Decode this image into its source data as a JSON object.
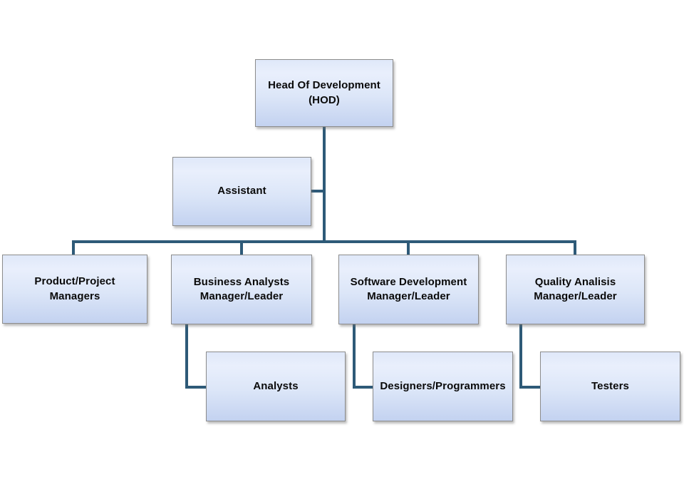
{
  "diagram": {
    "type": "org-chart",
    "nodes": {
      "hod": {
        "label": "Head Of Development\n(HOD)"
      },
      "assistant": {
        "label": "Assistant"
      },
      "product": {
        "label": "Product/Project\nManagers"
      },
      "business": {
        "label": "Business Analysts\nManager/Leader"
      },
      "software": {
        "label": "Software Development\nManager/Leader"
      },
      "quality": {
        "label": "Quality Analisis\nManager/Leader"
      },
      "analysts": {
        "label": "Analysts"
      },
      "designers": {
        "label": "Designers/Programmers"
      },
      "testers": {
        "label": "Testers"
      }
    },
    "edges": [
      {
        "from": "hod",
        "to": "assistant"
      },
      {
        "from": "hod",
        "to": "product"
      },
      {
        "from": "hod",
        "to": "business"
      },
      {
        "from": "hod",
        "to": "software"
      },
      {
        "from": "hod",
        "to": "quality"
      },
      {
        "from": "business",
        "to": "analysts"
      },
      {
        "from": "software",
        "to": "designers"
      },
      {
        "from": "quality",
        "to": "testers"
      }
    ],
    "colors": {
      "connector": "#2e5a78",
      "box_border": "#8c8c8c",
      "box_fill_top": "#e9effc",
      "box_fill_bottom": "#c3d2f0",
      "text": "#0a0a0a",
      "background": "#ffffff"
    }
  }
}
